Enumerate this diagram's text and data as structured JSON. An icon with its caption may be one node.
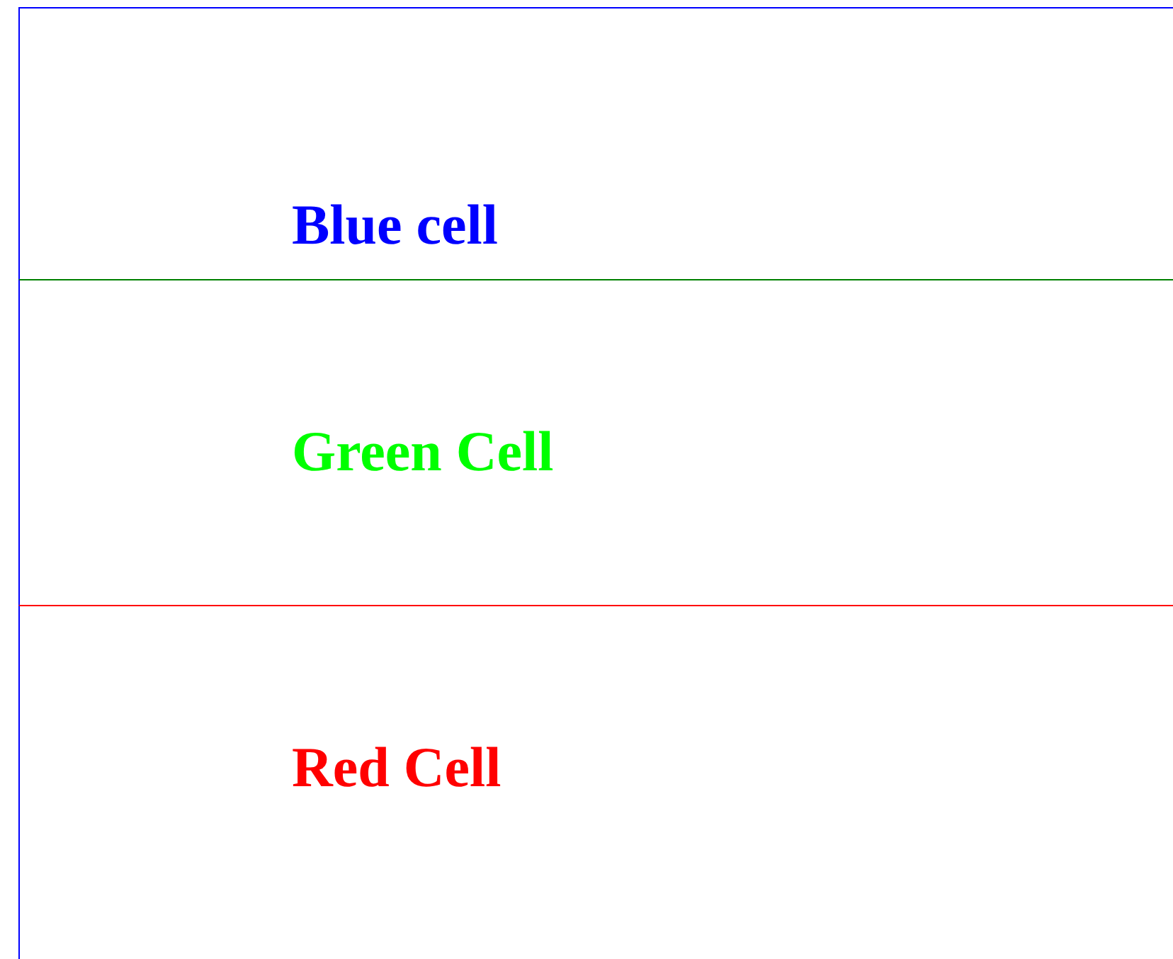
{
  "diagram": {
    "nodes": [
      {
        "text": [
          "Blue cell"
        ]
      },
      {
        "text": [
          "Green Cell"
        ]
      },
      {
        "text": [
          "Red Cell"
        ]
      }
    ]
  }
}
